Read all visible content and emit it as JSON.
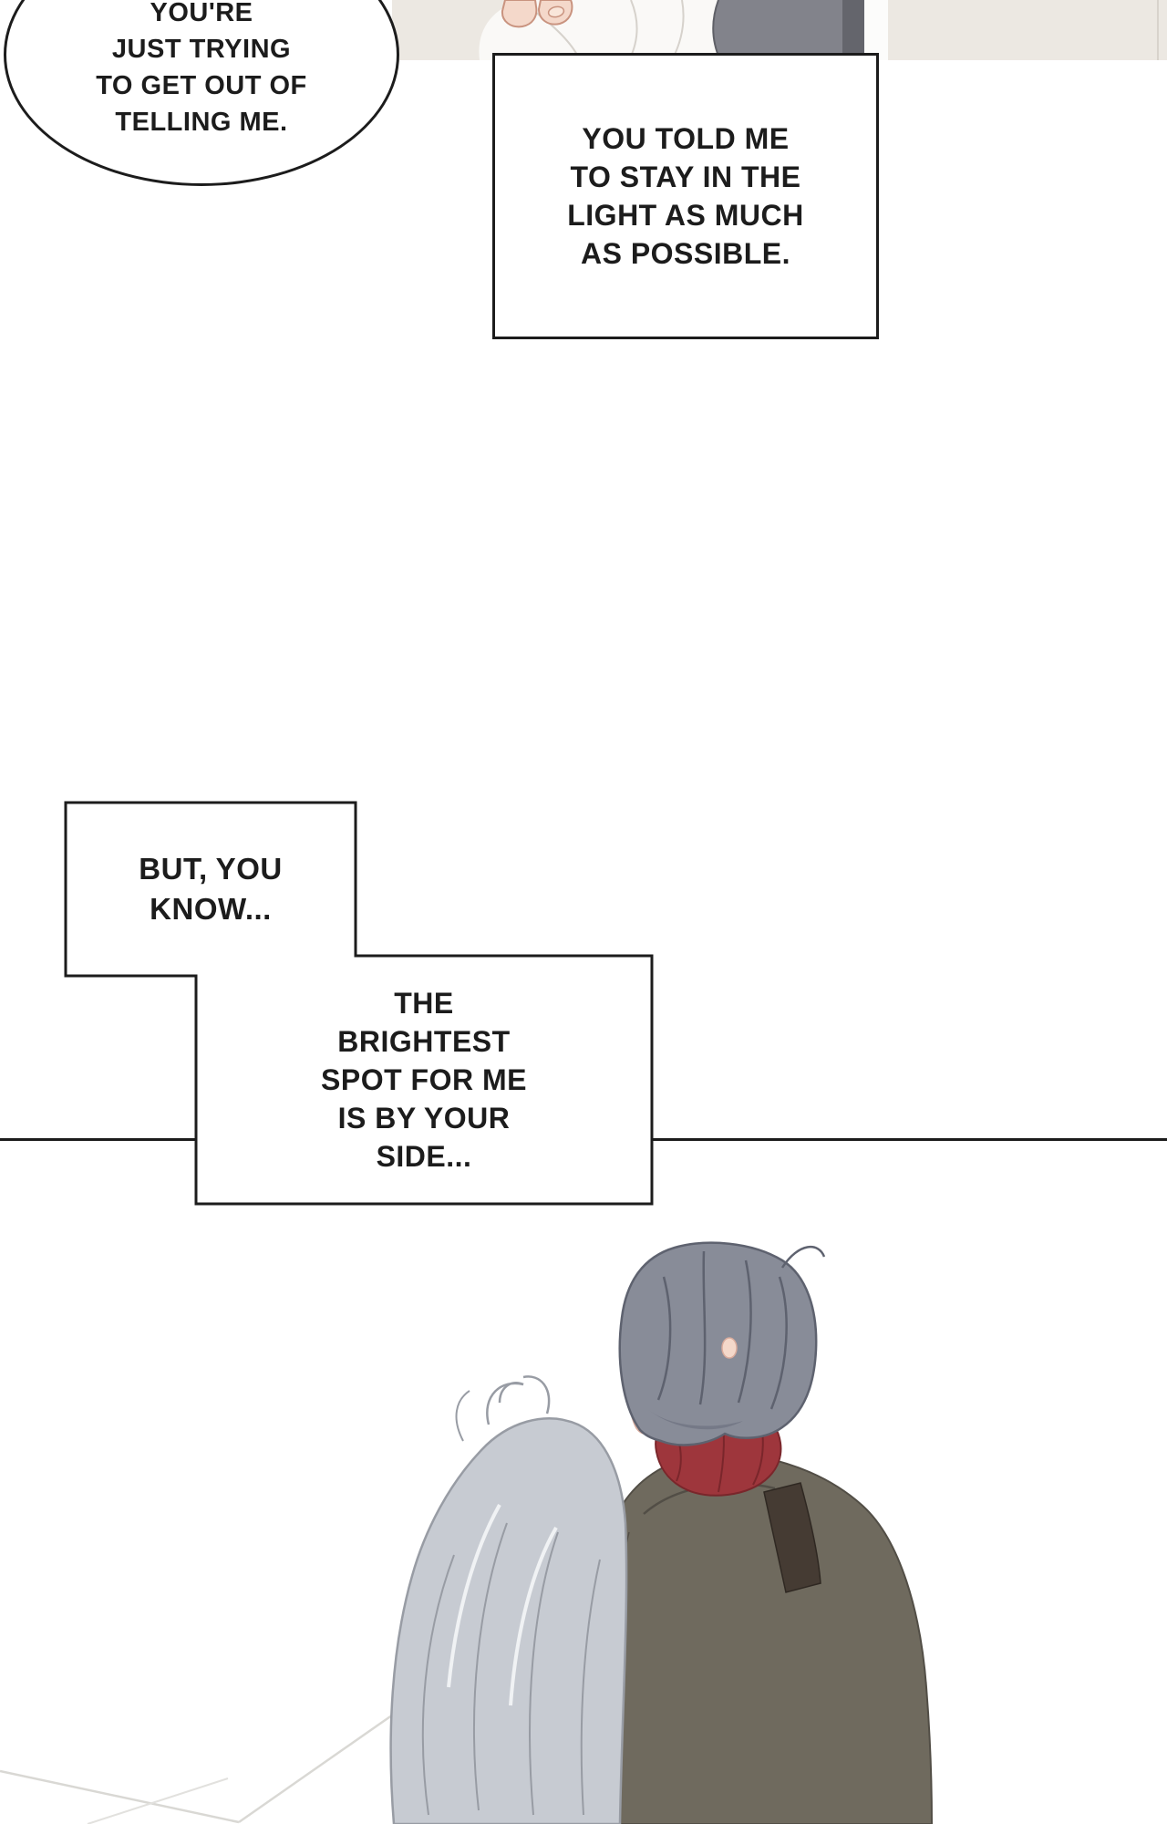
{
  "page": {
    "background": "#ffffff",
    "ink_color": "#1c1c1c"
  },
  "colors": {
    "panel_bg": "#ece8e2",
    "garment_white": "#faf9f7",
    "garment_fold": "#d6d2cc",
    "skin": "#f4d8ca",
    "skin_line": "#c9937f",
    "nail": "#f9e6da",
    "jacket_gray": "#82838b",
    "jacket_fold": "#64656c",
    "hair_right": "#888c98",
    "hair_right_line": "#5e626f",
    "hair_right_shade": "#757987",
    "scarf_red": "#9e363c",
    "scarf_line": "#7a262b",
    "coat": "#6f6a5e",
    "coat_line": "#524e46",
    "strap": "#453b33",
    "hair_left": "#c7cbd2",
    "hair_left_line": "#989ca4",
    "hair_left_highlight": "#f0f2f4",
    "floor_line": "#d9d8d4"
  },
  "speech": {
    "ellipse": {
      "lines": [
        "YOU'RE",
        "JUST TRYING",
        "TO GET OUT OF",
        "TELLING ME."
      ]
    },
    "stay_light": {
      "lines": [
        "YOU TOLD ME",
        "TO STAY IN THE",
        "LIGHT AS MUCH",
        "AS POSSIBLE."
      ]
    },
    "but_you_know": {
      "lines": [
        "BUT, YOU",
        "KNOW..."
      ]
    },
    "brightest_spot": {
      "lines": [
        "THE",
        "BRIGHTEST",
        "SPOT FOR ME",
        "IS BY YOUR",
        "SIDE..."
      ]
    }
  }
}
